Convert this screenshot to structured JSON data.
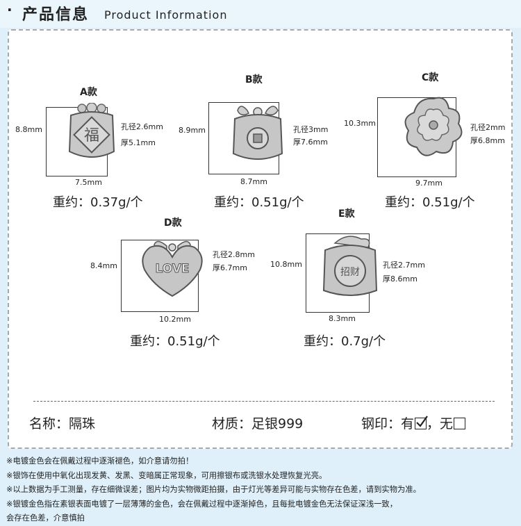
{
  "header": {
    "bullet": "·",
    "title_cn": "产品信息",
    "title_en": "Product Information"
  },
  "products": [
    {
      "label": "A款",
      "height": "8.8mm",
      "width": "7.5mm",
      "hole": "孔径2.6mm",
      "thickness": "厚5.1mm",
      "weight": "重约：0.37g/个",
      "bead_glyph": "福"
    },
    {
      "label": "B款",
      "height": "8.9mm",
      "width": "8.7mm",
      "hole": "孔径3mm",
      "thickness": "厚7.6mm",
      "weight": "重约：0.51g/个"
    },
    {
      "label": "C款",
      "height": "10.3mm",
      "width": "9.7mm",
      "hole": "孔径2mm",
      "thickness": "厚6.8mm",
      "weight": "重约：0.51g/个"
    },
    {
      "label": "D款",
      "height": "8.4mm",
      "width": "10.2mm",
      "hole": "孔径2.8mm",
      "thickness": "厚6.7mm",
      "weight": "重约：0.51g/个",
      "bead_text": "LOVE"
    },
    {
      "label": "E款",
      "height": "10.8mm",
      "width": "8.3mm",
      "hole": "孔径2.7mm",
      "thickness": "厚8.6mm",
      "weight": "重约：0.7g/个",
      "bead_glyph": "招财"
    }
  ],
  "info": {
    "name": "名称：隔珠",
    "material": "材质：足银999",
    "stamp_label": "钢印：有",
    "stamp_sep": "，无"
  },
  "notes": [
    "※电镀金色会在佩戴过程中逐渐褪色，如介意请勿拍！",
    "※银饰在使用中氧化出现发黄、发黑、变暗属正常现象，可用擦银布或洗银水处理恢复光亮。",
    "※以上数据为手工测量，存在细微误差；图片均为实物微距拍摄，由于灯光等差异可能与实物存在色差，请到实物为准。",
    "※银镀金色指在素银表面电镀了一层薄薄的金色，会在佩戴过程中逐渐掉色，且每批电镀金色无法保证深浅一致，",
    "会存在色差，介意慎拍"
  ],
  "colors": {
    "background": "#dff0fa",
    "card": "#ffffff",
    "silver": "#bfbfbf",
    "silver_dark": "#6e6e6e"
  }
}
